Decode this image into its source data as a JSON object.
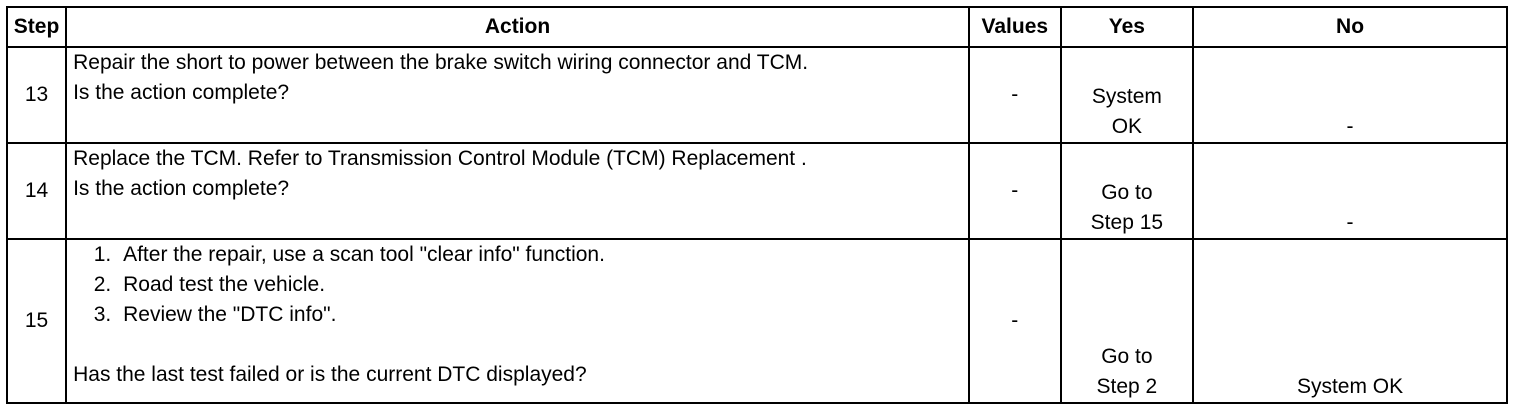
{
  "headers": {
    "step": "Step",
    "action": "Action",
    "values": "Values",
    "yes": "Yes",
    "no": "No"
  },
  "rows": [
    {
      "step": "13",
      "action_main": "Repair the short to power between the brake switch wiring connector and TCM.",
      "action_question": "Is the action complete?",
      "values": "-",
      "yes_line1": "System",
      "yes_line2": "OK",
      "no": "-"
    },
    {
      "step": "14",
      "action_main": "Replace the TCM. Refer to Transmission Control Module (TCM) Replacement .",
      "action_question": "Is the action complete?",
      "values": "-",
      "yes_line1": "Go to",
      "yes_line2": "Step 15",
      "no": "-"
    },
    {
      "step": "15",
      "action_list": [
        "After the repair, use a scan tool \"clear info\" function.",
        "Road test the vehicle.",
        "Review the \"DTC info\"."
      ],
      "action_question": "Has the last test failed or is the current DTC displayed?",
      "values": "-",
      "yes_line1": "Go to",
      "yes_line2": "Step 2",
      "no": "System OK"
    }
  ]
}
